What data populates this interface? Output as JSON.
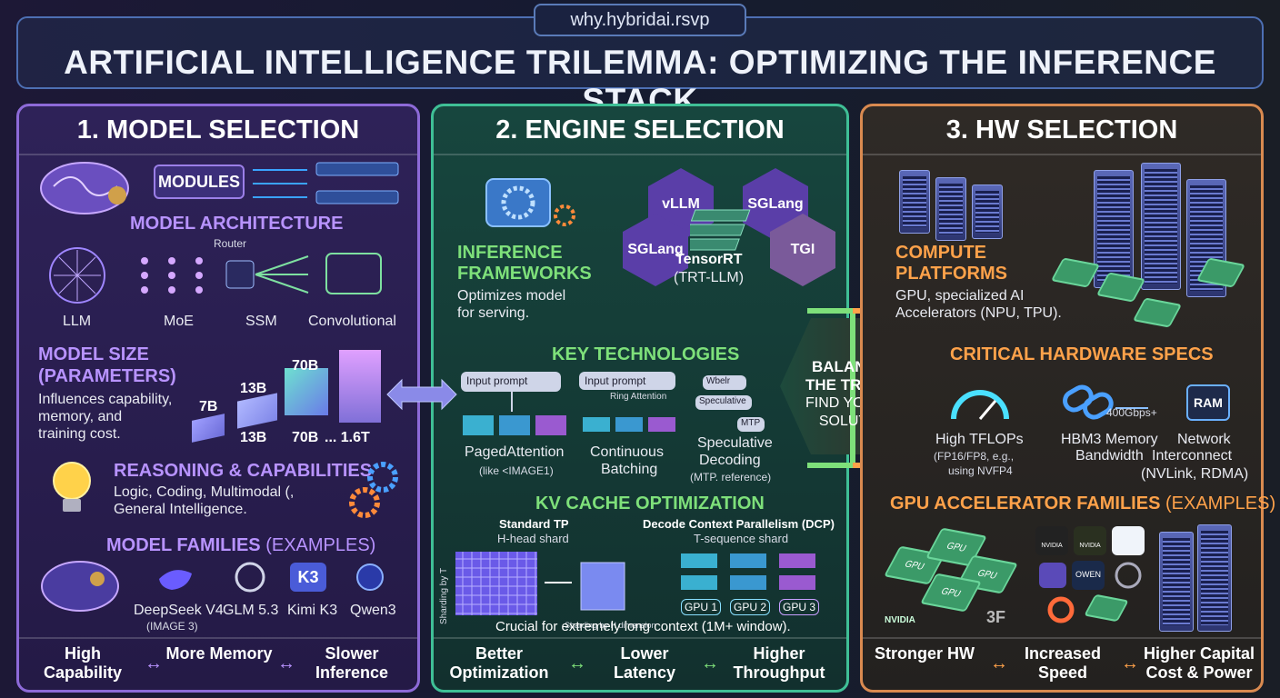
{
  "url": "why.hybridai.rsvp",
  "title": "ARTIFICIAL INTELLIGENCE TRILEMMA: OPTIMIZING THE INFERENCE STACK",
  "col1": {
    "header": "1. MODEL SELECTION",
    "modules": "MODULES",
    "arch_title": "MODEL ARCHITECTURE",
    "router": "Router",
    "arch": [
      "LLM",
      "MoE",
      "SSM",
      "Convolutional"
    ],
    "size_title_1": "MODEL SIZE",
    "size_title_2": "(PARAMETERS)",
    "size_desc": [
      "Influences capability,",
      "memory, and",
      "training cost."
    ],
    "sizes_top": [
      "7B",
      "13B",
      "70B"
    ],
    "sizes_bottom": [
      "13B",
      "70B",
      "... 1.6T"
    ],
    "reason_title": "REASONING & CAPABILITIES",
    "reason_desc": [
      "Logic, Coding, Multimodal (,",
      "General Intelligence."
    ],
    "fam_title": "MODEL FAMILIES",
    "fam_suffix": "(EXAMPLES)",
    "families": [
      "DeepSeek V4",
      "GLM 5.3",
      "Kimi K3",
      "Qwen3"
    ],
    "fam_note": "(IMAGE 3)",
    "kimi_logo": "K3",
    "footer": [
      "High Capability",
      "More Memory",
      "Slower Inference"
    ]
  },
  "col2": {
    "header": "2. ENGINE SELECTION",
    "frame_title_1": "INFERENCE",
    "frame_title_2": "FRAMEWORKS",
    "frame_desc": [
      "Optimizes model",
      "for serving."
    ],
    "hexes": [
      "vLLM",
      "SGLang",
      "SGLang",
      "TGI"
    ],
    "trt": "TensorRT",
    "trt_sub": "(TRT-LLM)",
    "key_title": "KEY TECHNOLOGIES",
    "input_prompt": "Input prompt",
    "input_prompt2": "Input prompt",
    "ring": "Ring Attention",
    "whear": "Wbelr",
    "spec_box": "Speculative",
    "mtp_box": "MTP",
    "techs": [
      {
        "l1": "PagedAttention",
        "l2": "(like <IMAGE1)"
      },
      {
        "l1": "Continuous",
        "l2": "Batching"
      },
      {
        "l1": "Speculative",
        "l2": "Decoding"
      }
    ],
    "spec_note": "(MTP. reference)",
    "kv_title": "KV CACHE OPTIMIZATION",
    "tp_title": "Standard TP",
    "tp_sub": "H-head shard",
    "dcp_title": "Decode Context Parallelism (DCP)",
    "dcp_sub": "T-sequence shard",
    "shard_t": "Sharding by T",
    "shard_h": "Sharding by H dimension",
    "gpus": [
      "GPU 1",
      "GPU 2",
      "GPU 3"
    ],
    "kv_note": "Crucial for extremely long context (1M+ window).",
    "footer": [
      "Better Optimization",
      "Lower Latency",
      "Higher Throughput"
    ]
  },
  "center": [
    "BALANCING",
    "THE TRILEMMA:",
    "FIND YOUR IDEAL",
    "SOLUTION."
  ],
  "col3": {
    "header": "3. HW SELECTION",
    "comp_title_1": "COMPUTE",
    "comp_title_2": "PLATFORMS",
    "comp_desc": [
      "GPU, specialized AI",
      "Accelerators (NPU, TPU)."
    ],
    "specs_title": "CRITICAL HARDWARE SPECS",
    "bw": "400Gbps+",
    "ram": "RAM",
    "specs": [
      {
        "l1": "High TFLOPs",
        "l2": "(FP16/FP8, e.g.,",
        "l3": "using NVFP4"
      },
      {
        "l1": "HBM3 Memory",
        "l2": "Bandwidth",
        "l3": ""
      },
      {
        "l1": "Network",
        "l2": "Interconnect",
        "l3": "(NVLink, RDMA)"
      }
    ],
    "gpu_title": "GPU ACCELERATOR FAMILIES",
    "gpu_suffix": "(EXAMPLES)",
    "gpu_chip": "GPU",
    "logos": [
      "NVIDIA",
      "NVIDIA",
      "3F",
      "NVIDIA",
      "OWEN"
    ],
    "footer": [
      "Stronger HW",
      "Increased Speed",
      "Higher Capital Cost & Power"
    ]
  },
  "colors": {
    "purple": "#b893ff",
    "green": "#7ee07a",
    "orange": "#ffa24a"
  }
}
